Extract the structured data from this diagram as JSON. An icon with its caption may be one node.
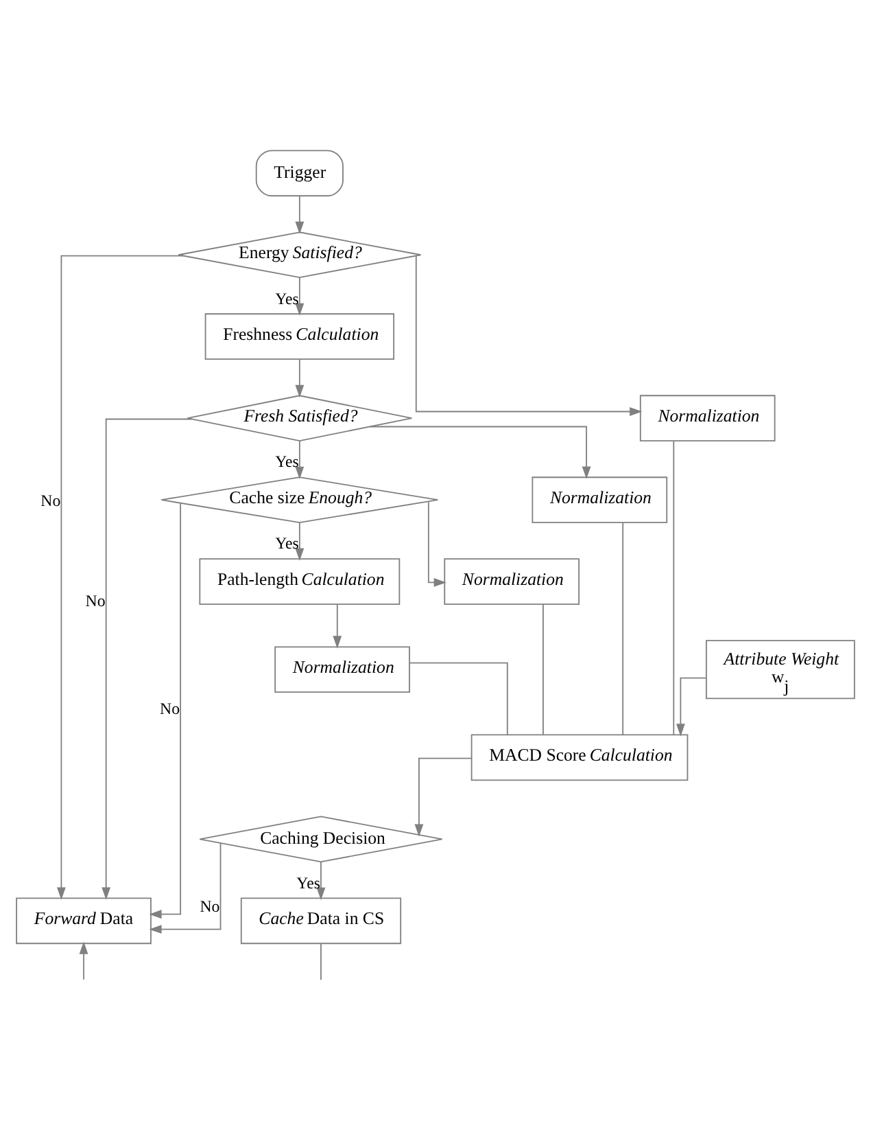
{
  "diagram": {
    "nodes": [
      {
        "text": [
          "Trigger"
        ]
      },
      {
        "text": [
          "Energy *Satisfied?*"
        ]
      },
      {
        "text": [
          "Freshness *Calculation*"
        ]
      },
      {
        "text": [
          "*Fresh Satisfied?*"
        ]
      },
      {
        "text": [
          "Cache size *Enough?*"
        ]
      },
      {
        "text": [
          "Path-length *Calculation*"
        ]
      },
      {
        "text": [
          "*Normalization*"
        ]
      },
      {
        "text": [
          "*Attribute Weight*",
          "w$_{j}$"
        ]
      },
      {
        "text": [
          "*Normalization*"
        ]
      },
      {
        "text": [
          "*Normalization*"
        ]
      },
      {
        "text": [
          "MACD Score *Calculation*"
        ]
      },
      {
        "text": [
          "*Normalization*"
        ]
      },
      {
        "text": [
          "*Forward* Data"
        ]
      },
      {
        "text": [
          "Caching Decision"
        ]
      },
      {
        "text": [
          "*Cache* Data in CS"
        ]
      }
    ],
    "edges": [
      {
        "from": 0,
        "to": 1,
        "arrow": "to"
      },
      {
        "from": 1,
        "to": 2,
        "arrow": "to",
        "label": "Yes"
      },
      {
        "from": 1,
        "to": 12,
        "arrow": "to",
        "label": "No"
      },
      {
        "from": 1,
        "to": 6,
        "arrow": "to"
      },
      {
        "from": 2,
        "to": 3,
        "arrow": "to"
      },
      {
        "from": 3,
        "to": 4,
        "arrow": "to",
        "label": "Yes"
      },
      {
        "from": 3,
        "to": 12,
        "arrow": "to",
        "label": "No"
      },
      {
        "from": 3,
        "to": 8,
        "arrow": "to"
      },
      {
        "from": 4,
        "to": 5,
        "arrow": "to",
        "label": "Yes"
      },
      {
        "from": 4,
        "to": 12,
        "arrow": "to",
        "label": "No"
      },
      {
        "from": 4,
        "to": 9,
        "arrow": "to"
      },
      {
        "from": 5,
        "to": 11,
        "arrow": "to"
      },
      {
        "from": 6,
        "to": 10,
        "arrow": "none"
      },
      {
        "from": 8,
        "to": 10,
        "arrow": "none"
      },
      {
        "from": 9,
        "to": 10,
        "arrow": "none"
      },
      {
        "from": 11,
        "to": 10,
        "arrow": "none"
      },
      {
        "from": 7,
        "to": 10,
        "arrow": "to"
      },
      {
        "from": 10,
        "to": 13,
        "arrow": "to"
      },
      {
        "from": 13,
        "to": 12,
        "arrow": "to",
        "label": "No"
      },
      {
        "from": 13,
        "to": 14,
        "arrow": "to",
        "label": "Yes"
      },
      {
        "from": 14,
        "to": null,
        "arrow": "none"
      },
      {
        "from": null,
        "to": 12,
        "arrow": "to"
      }
    ]
  }
}
